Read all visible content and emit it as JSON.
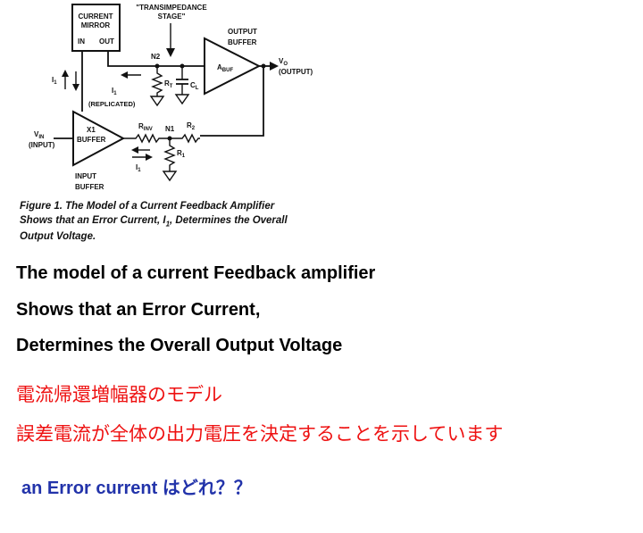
{
  "diagram": {
    "current_mirror": {
      "line1": "CURRENT",
      "line2": "MIRROR",
      "in": "IN",
      "out": "OUT"
    },
    "transimpedance": {
      "line1": "\"TRANSIMPEDANCE",
      "line2": "STAGE\""
    },
    "output_buffer": {
      "line1": "OUTPUT",
      "line2": "BUFFER",
      "gain": "A",
      "gain_sub": "BUF"
    },
    "node_n2": "N2",
    "node_n1": "N1",
    "rt": {
      "main": "R",
      "sub": "T"
    },
    "ct": {
      "main": "C",
      "sub": "L"
    },
    "replicated": "(REPLICATED)",
    "i1": "I",
    "i1_sub": "1",
    "vo": {
      "main": "V",
      "sub": "O"
    },
    "vo_output": "(OUTPUT)",
    "x1": "X1",
    "buffer": "BUFFER",
    "rinv": {
      "main": "R",
      "sub": "INV"
    },
    "r2": {
      "main": "R",
      "sub": "2"
    },
    "r1": {
      "main": "R",
      "sub": "1"
    },
    "vin": {
      "main": "V",
      "sub": "IN"
    },
    "vin_input": "(INPUT)",
    "input_buffer": {
      "line1": "INPUT",
      "line2": "BUFFER"
    }
  },
  "caption": {
    "line1": "Figure  1.  The  Model  of  a  Current  Feedback  Amplifier",
    "line2": "Shows that an Error Current, I",
    "line2_sub": "1",
    "line2_end": ", Determines the Overall",
    "line3": "Output Voltage."
  },
  "english": {
    "line1": "The model of a current Feedback amplifier",
    "line2": "Shows that an Error Current,",
    "line3": "Determines the Overall  Output Voltage"
  },
  "japanese": {
    "line1": "電流帰還増幅器のモデル",
    "line2": "誤差電流が全体の出力電圧を決定することを示しています"
  },
  "question": "an  Error current はどれ？？",
  "colors": {
    "english": "#000000",
    "japanese": "#ee1111",
    "question": "#2233aa",
    "ink": "#111111"
  }
}
